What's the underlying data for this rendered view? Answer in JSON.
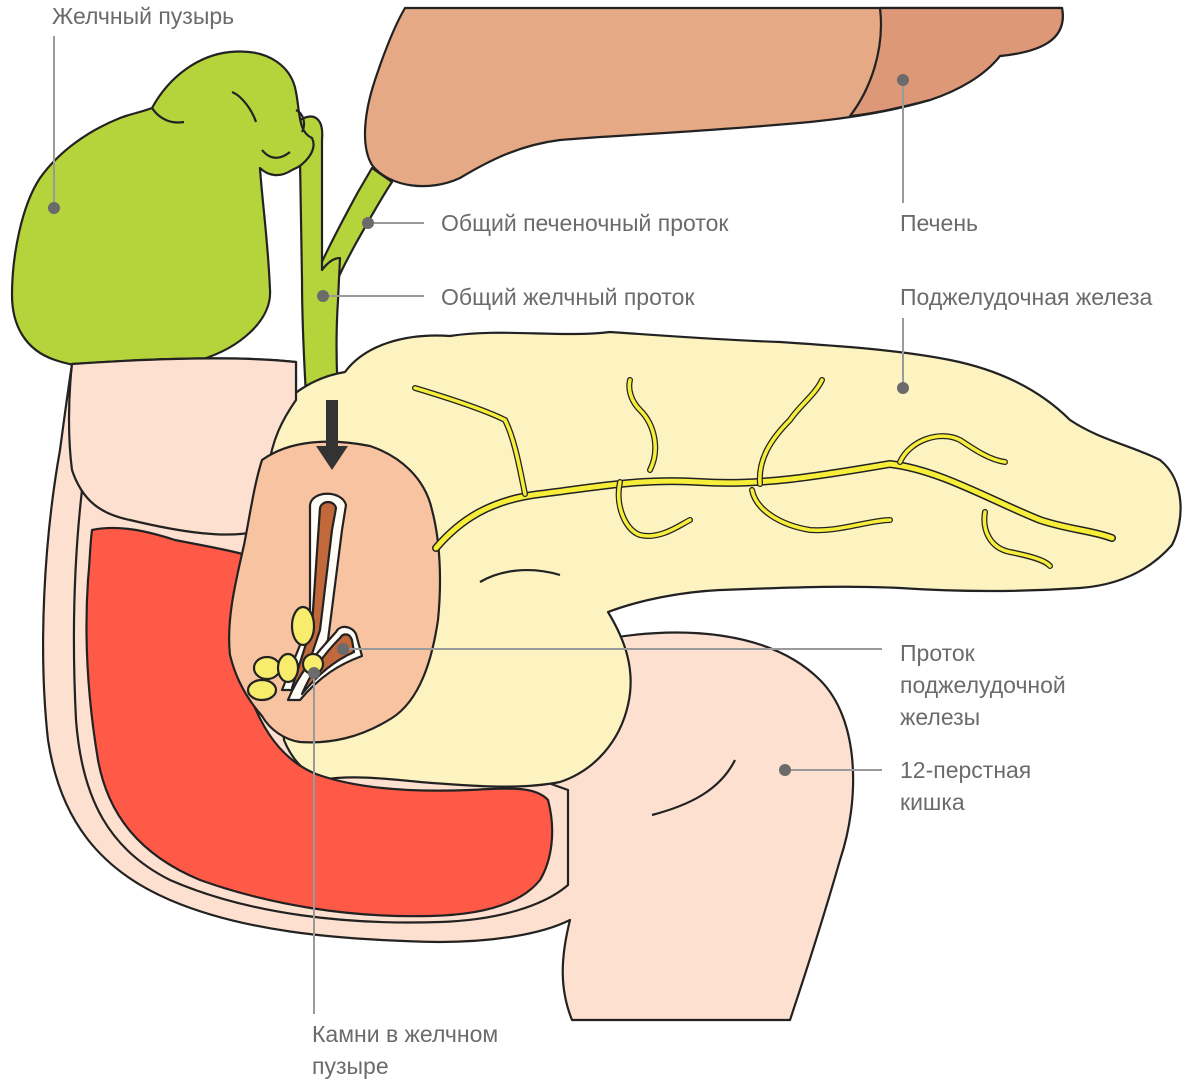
{
  "colors": {
    "gallbladder": "#b5d43b",
    "liver": "#e6a985",
    "liver_shadow": "#dc9877",
    "pancreas": "#fdf3c1",
    "pancreatic_duct": "#f7ee3a",
    "duodenum_outer": "#fde0cf",
    "duodenum_lumen": "#ff5a48",
    "papilla": "#f8c3a0",
    "bile_duct_inner": "#c2693c",
    "stones": "#f7ec6b",
    "outline": "#222222",
    "label_text": "#6b6b6b",
    "leader_line": "#9a9a9a",
    "arrow": "#333333"
  },
  "labels": {
    "gallbladder": "Желчный пузырь",
    "common_hepatic_duct": "Общий печеночный проток",
    "liver": "Печень",
    "common_bile_duct": "Общий желчный проток",
    "pancreas": "Поджелудочная железа",
    "pancreatic_duct": [
      "Проток",
      "поджелудочной",
      "железы"
    ],
    "duodenum": [
      "12-перстная",
      "кишка"
    ],
    "gallstones": [
      "Камни в желчном",
      "пузыре"
    ]
  }
}
